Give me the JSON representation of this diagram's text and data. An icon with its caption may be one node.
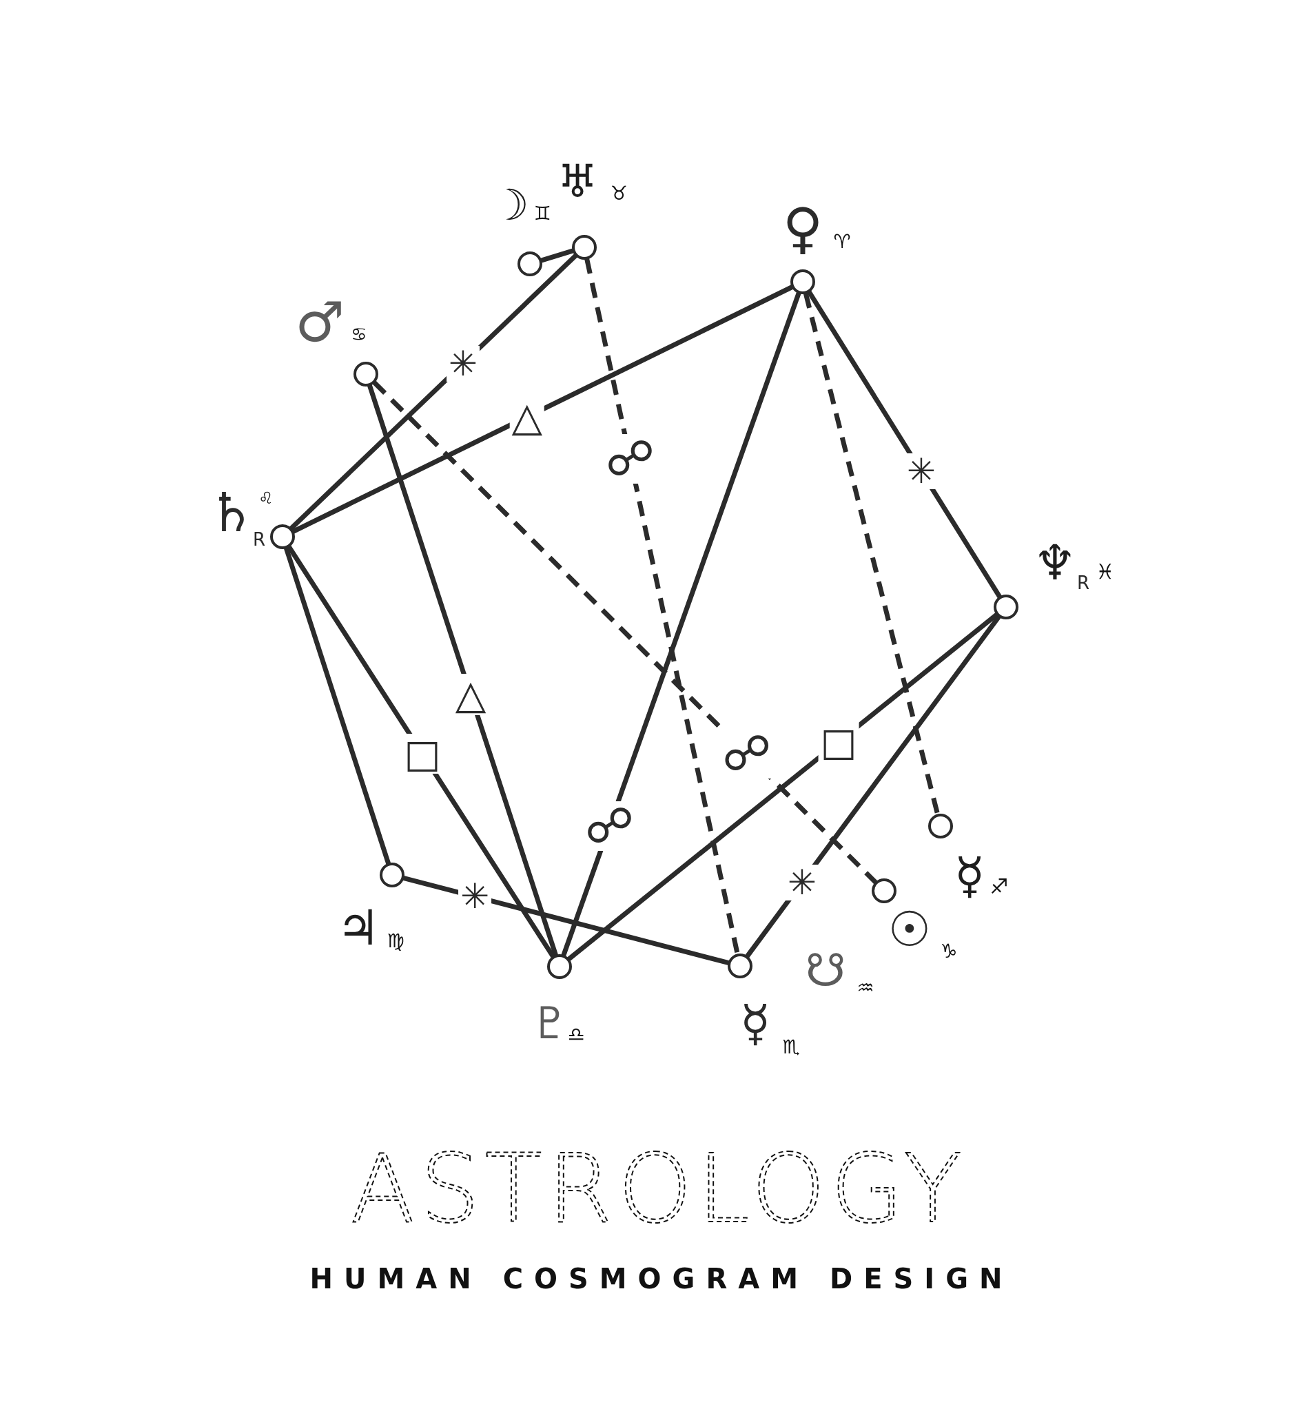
{
  "diagram": {
    "title": "ASTROLOGY",
    "caption": "HUMAN COSMOGRAM DESIGN",
    "nodes": [
      {
        "text": [],
        "shape": "circle",
        "beside": [
          "☽",
          "♊"
        ]
      },
      {
        "text": [],
        "shape": "circle",
        "beside": [
          "♅",
          "♉"
        ]
      },
      {
        "text": [],
        "shape": "circle",
        "beside": [
          "♀",
          "♈"
        ]
      },
      {
        "text": [],
        "shape": "circle",
        "beside": [
          "♂",
          "♋"
        ]
      },
      {
        "text": [],
        "shape": "circle",
        "beside": [
          "♄",
          "♌",
          "R"
        ]
      },
      {
        "text": [],
        "shape": "circle",
        "beside": [
          "♆",
          "R",
          "♓"
        ]
      },
      {
        "text": [],
        "shape": "circle",
        "beside": [
          "☿",
          "♐"
        ]
      },
      {
        "text": [],
        "shape": "circle",
        "beside": [
          "♃",
          "♍"
        ]
      },
      {
        "text": [],
        "shape": "circle",
        "beside": [
          "☉",
          "♑"
        ]
      },
      {
        "text": [],
        "shape": "circle",
        "beside": [
          "♇",
          "♎"
        ]
      },
      {
        "text": [],
        "shape": "circle",
        "beside": [
          "☿",
          "♏"
        ]
      }
    ],
    "edges": [
      {
        "from": 0,
        "to": 1,
        "arrow": "none"
      },
      {
        "from": 1,
        "to": 4,
        "arrow": "none",
        "label": "✳"
      },
      {
        "from": 1,
        "to": 10,
        "arrow": "none",
        "label": "☍",
        "style": "dashed"
      },
      {
        "from": 2,
        "to": 4,
        "arrow": "none",
        "label": "△"
      },
      {
        "from": 2,
        "to": 9,
        "arrow": "none",
        "label": "☍"
      },
      {
        "from": 2,
        "to": 5,
        "arrow": "none",
        "label": "✳"
      },
      {
        "from": 2,
        "to": 6,
        "arrow": "none",
        "style": "dashed"
      },
      {
        "from": 3,
        "to": 8,
        "arrow": "none",
        "label": "☍",
        "style": "dashed"
      },
      {
        "from": 3,
        "to": 9,
        "arrow": "none",
        "label": "△"
      },
      {
        "from": 4,
        "to": 7,
        "arrow": "none"
      },
      {
        "from": 4,
        "to": 9,
        "arrow": "none",
        "label": "□"
      },
      {
        "from": 7,
        "to": 10,
        "arrow": "none",
        "label": "✳"
      },
      {
        "from": 9,
        "to": 5,
        "arrow": "none",
        "label": "□"
      },
      {
        "from": 10,
        "to": 5,
        "arrow": "none",
        "label": "✳"
      }
    ],
    "labels": [
      "☋",
      "♒"
    ]
  }
}
